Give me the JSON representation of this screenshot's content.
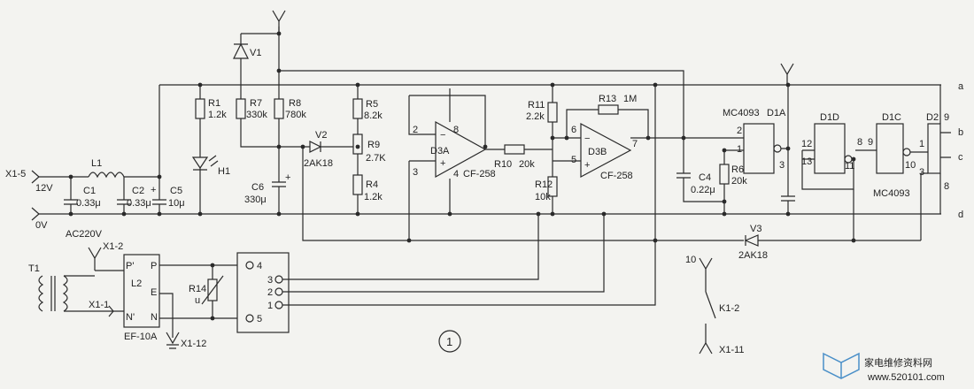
{
  "labels": {
    "r1": "R1",
    "r1v": "1.2k",
    "r7": "R7",
    "r7v": "330k",
    "r8": "R8",
    "r8v": "780k",
    "r5": "R5",
    "r5v": "8.2k",
    "r9": "R9",
    "r9v": "2.7K",
    "r4": "R4",
    "r4v": "1.2k",
    "r11": "R11",
    "r11v": "2.2k",
    "r12": "R12",
    "r12v": "10k",
    "r13": "R13",
    "r13v": "1M",
    "r10": "R10",
    "r10v": "20k",
    "r6": "R6",
    "r6v": "20k",
    "r14": "R14",
    "r14u": "u",
    "c1": "C1",
    "c1v": "0.33μ",
    "c2": "C2",
    "c2v": "0.33μ",
    "c5": "C5",
    "c5v": "10μ",
    "c6": "C6",
    "c6v": "330μ",
    "c4": "C4",
    "c4v": "0.22μ",
    "l1": "L1",
    "l2": "L2",
    "t1": "T1",
    "v1": "V1",
    "v2": "V2",
    "v2t": "2AK18",
    "v3": "V3",
    "v3t": "2AK18",
    "h1": "H1",
    "d3a": "D3A",
    "d3b": "D3B",
    "cf1": "CF-258",
    "cf2": "CF-258",
    "mc1": "MC4093",
    "mc2": "MC4093",
    "d1a": "D1A",
    "d1d": "D1D",
    "d1c": "D1C",
    "d2": "D2",
    "x15": "X1-5",
    "v12": "12V",
    "v0": "0V",
    "ac": "AC220V",
    "x12": "X1-2",
    "x11": "X1-1",
    "x112": "X1-12",
    "x111": "X1-11",
    "ef": "EF-10A",
    "k12": "K1-2",
    "pp": "P'",
    "p": "P",
    "e": "E",
    "nn": "N'",
    "n": "N",
    "pa": "a",
    "pb": "b",
    "pc": "c",
    "pd": "d",
    "n2": "2",
    "n8": "8",
    "n3": "3",
    "n4": "4",
    "n6": "6",
    "n5": "5",
    "n7": "7",
    "n1": "1",
    "n12": "12",
    "n13": "13",
    "n11": "11",
    "n10": "10",
    "n9": "9",
    "t4": "4",
    "t3": "3",
    "t2": "2",
    "t1n": "1",
    "t5": "5",
    "t10": "10",
    "fig": "1",
    "wm": "家电维修资料网",
    "wms": "www.520101.com"
  }
}
